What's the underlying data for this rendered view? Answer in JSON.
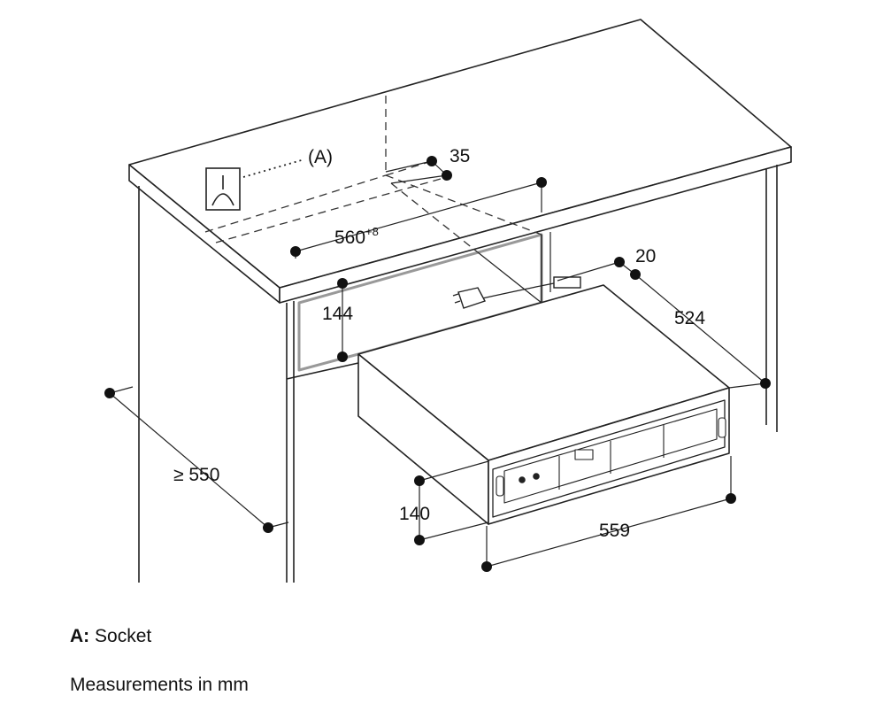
{
  "callout": {
    "label": "(A)"
  },
  "dimensions": {
    "d35": "35",
    "d560": "560",
    "d560_tolerance": "+8",
    "d20": "20",
    "d524": "524",
    "d144": "144",
    "d550": "≥ 550",
    "d140": "140",
    "d559": "559"
  },
  "legend": {
    "item_key": "A:",
    "item_text": "Socket",
    "units_note": "Measurements in mm"
  }
}
